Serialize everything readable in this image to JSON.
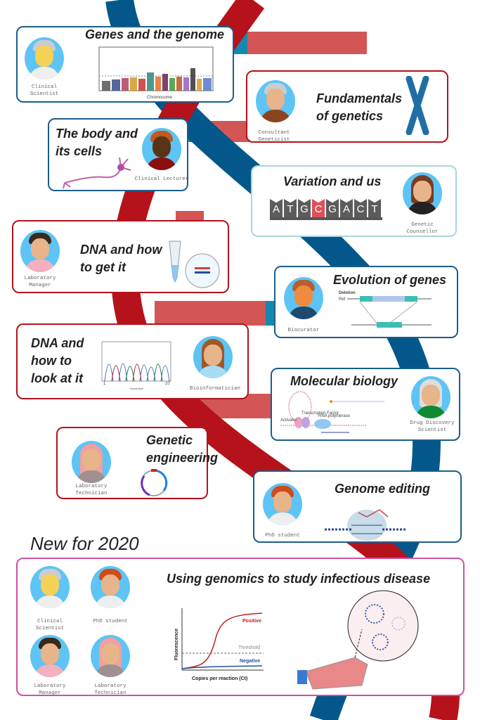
{
  "modules": [
    {
      "title": "Genes and the genome",
      "role": "Clinical Scientist",
      "chart_xlabel": "Chromosome"
    },
    {
      "title_lines": [
        "Fundamentals",
        "of genetics"
      ],
      "role": "Consultant Geneticist"
    },
    {
      "title_lines": [
        "The body and",
        "its cells"
      ],
      "role": "Clinical Lecturer"
    },
    {
      "title": "Variation and us",
      "role": "Genetic Counsellor",
      "sequence": [
        "A",
        "T",
        "G",
        "C",
        "G",
        "A",
        "C",
        "T"
      ],
      "highlight_index": 3
    },
    {
      "title_lines": [
        "DNA and how",
        "to get it"
      ],
      "role": "Laboratory Manager"
    },
    {
      "title": "Evolution of genes",
      "role": "Biocurator",
      "labels": [
        "Deletion",
        "Ref"
      ]
    },
    {
      "title_lines": [
        "DNA and",
        "how to",
        "look at it"
      ],
      "role": "Bioinformatician",
      "chart_xlabel": "Nucleotide",
      "ticks": [
        "1",
        "10"
      ]
    },
    {
      "title": "Molecular biology",
      "role": "Drug Discovery Scientist",
      "labels": [
        "Transcription Factor",
        "Activator",
        "RNA polymerase"
      ]
    },
    {
      "title_lines": [
        "Genetic",
        "engineering"
      ],
      "role": "Laboratory Technician"
    },
    {
      "title": "Genome editing",
      "role": "PhD student"
    }
  ],
  "new_heading": "New for 2020",
  "new_module": {
    "title": "Using genomics to study infectious disease",
    "roles": [
      "Clinical Scientist",
      "PhD student",
      "Laboratory Manager",
      "Laboratory Technician"
    ],
    "chart": {
      "ylabel": "Fluorescence",
      "xlabel": "Copies per reaction (Ct)",
      "positive": "Positive",
      "threshold": "Threshold",
      "negative": "Negative"
    }
  },
  "colors": {
    "red": "#b5121b",
    "blue": "#04578a",
    "rung_red": "#d45555",
    "rung_teal": "#1488b0",
    "avatar_bg": "#5ec4f5",
    "pink": "#d050a0"
  }
}
